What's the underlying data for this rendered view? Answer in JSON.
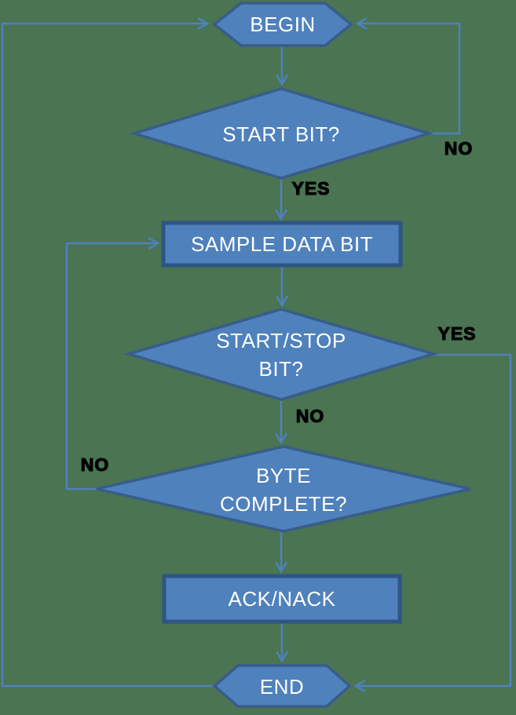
{
  "colors": {
    "background": "#4a7452",
    "shape-fill": "#4f81bd",
    "shape-border": "#385d8a",
    "rect-border": "#2e5585",
    "connector": "#4f81bd",
    "node-text": "#ffffff",
    "label-text": "#000000"
  },
  "nodes": {
    "begin": {
      "label": "BEGIN"
    },
    "start_bit": {
      "label": "START BIT?"
    },
    "sample_data_bit": {
      "label": "SAMPLE DATA BIT"
    },
    "start_stop_bit": {
      "label_line1": "START/STOP",
      "label_line2": "BIT?"
    },
    "byte_complete": {
      "label_line1": "BYTE",
      "label_line2": "COMPLETE?"
    },
    "ack_nack": {
      "label": "ACK/NACK"
    },
    "end": {
      "label": "END"
    }
  },
  "edge_labels": {
    "start_bit_no": "NO",
    "start_bit_yes": "YES",
    "start_stop_yes": "YES",
    "start_stop_no": "NO",
    "byte_complete_no": "NO"
  },
  "edges": [
    {
      "from": "BEGIN",
      "to": "START BIT?",
      "label": ""
    },
    {
      "from": "START BIT?",
      "to": "BEGIN",
      "label": "NO"
    },
    {
      "from": "START BIT?",
      "to": "SAMPLE DATA BIT",
      "label": "YES"
    },
    {
      "from": "SAMPLE DATA BIT",
      "to": "START/STOP BIT?",
      "label": ""
    },
    {
      "from": "START/STOP BIT?",
      "to": "END",
      "label": "YES"
    },
    {
      "from": "START/STOP BIT?",
      "to": "BYTE COMPLETE?",
      "label": "NO"
    },
    {
      "from": "BYTE COMPLETE?",
      "to": "SAMPLE DATA BIT",
      "label": "NO"
    },
    {
      "from": "BYTE COMPLETE?",
      "to": "ACK/NACK",
      "label": ""
    },
    {
      "from": "ACK/NACK",
      "to": "END",
      "label": ""
    },
    {
      "from": "END",
      "to": "BEGIN",
      "label": ""
    }
  ]
}
